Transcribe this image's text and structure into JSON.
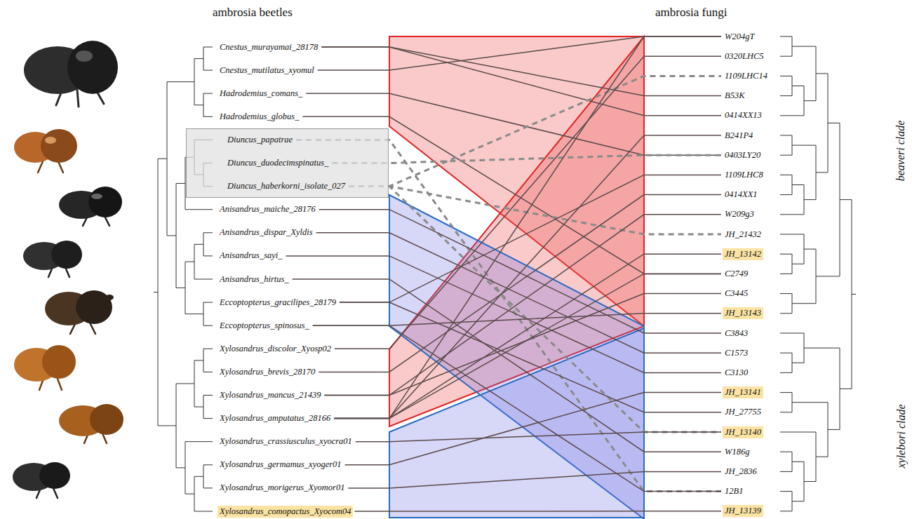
{
  "diagram": {
    "nodes": [
      {
        "text": [
          "Cnestus_murayamai_28178"
        ]
      },
      {
        "text": [
          "Cnestus_mutilatus_xyomul"
        ]
      },
      {
        "text": [
          "Hadrodemius_comans_"
        ]
      },
      {
        "text": [
          "Hadrodemius_globus_"
        ]
      },
      {
        "text": []
      },
      {
        "text": [
          "Diuncus_papatrae"
        ],
        "in": 4
      },
      {
        "text": [
          "Diuncus_duodecimspinatus_"
        ],
        "in": 4
      },
      {
        "text": [
          "Diuncus_haberkorni_isolate_027"
        ],
        "in": 4
      },
      {
        "text": [
          "Anisandrus_maiche_28176"
        ]
      },
      {
        "text": [
          "Anisandrus_dispar_Xyldis"
        ]
      },
      {
        "text": [
          "Anisandrus_sayi_"
        ]
      },
      {
        "text": [
          "Anisandrus_hirtus_"
        ]
      },
      {
        "text": [
          "Eccoptopterus_gracilipes_28179"
        ]
      },
      {
        "text": [
          "Eccoptopterus_spinosus_"
        ]
      },
      {
        "text": [
          "Xylosandrus_discolor_Xyosp02"
        ]
      },
      {
        "text": [
          "Xylosandrus_brevis_28170"
        ]
      },
      {
        "text": [
          "Xylosandrus_mancus_21439"
        ]
      },
      {
        "text": [
          "Xylosandrus_amputatus_28166"
        ]
      },
      {
        "text": [
          "Xylosandrus_crassiusculus_xyocra01"
        ]
      },
      {
        "text": [
          "Xylosandrus_germamus_xyoger01"
        ]
      },
      {
        "text": [
          "Xylosandrus_morigerus_Xyomor01"
        ]
      },
      {
        "text": [
          "Xylosandrus_comopactus_Xyocom04"
        ]
      },
      {
        "text": [
          "W204gT"
        ]
      },
      {
        "text": [
          "0320LHC5"
        ]
      },
      {
        "text": [
          "1109LHC14"
        ]
      },
      {
        "text": [
          "B53K"
        ]
      },
      {
        "text": [
          "0414XX13"
        ]
      },
      {
        "text": [
          "B241P4"
        ]
      },
      {
        "text": [
          "0403LY20"
        ]
      },
      {
        "text": [
          "1109LHC8"
        ]
      },
      {
        "text": [
          "0414XX1"
        ]
      },
      {
        "text": [
          "W209g3"
        ]
      },
      {
        "text": [
          "JH_21432"
        ]
      },
      {
        "text": [
          "JH_13142"
        ]
      },
      {
        "text": [
          "C2749"
        ]
      },
      {
        "text": [
          "C3445"
        ]
      },
      {
        "text": [
          "JH_13143"
        ]
      },
      {
        "text": [
          "C3843"
        ]
      },
      {
        "text": [
          "C1573"
        ]
      },
      {
        "text": [
          "C3130"
        ]
      },
      {
        "text": [
          "JH_13141"
        ]
      },
      {
        "text": [
          "JH_27755"
        ]
      },
      {
        "text": [
          "JH_13140"
        ]
      },
      {
        "text": [
          "W186g"
        ]
      },
      {
        "text": [
          "JH_2836"
        ]
      },
      {
        "text": [
          "12B1"
        ]
      },
      {
        "text": [
          "JH_13139"
        ]
      }
    ],
    "edges": [
      {
        "from": 0,
        "to": 25,
        "arrow": "none"
      },
      {
        "from": 0,
        "to": 26,
        "arrow": "none"
      },
      {
        "from": 1,
        "to": 22,
        "arrow": "none"
      },
      {
        "from": 2,
        "to": 28,
        "arrow": "none"
      },
      {
        "from": 3,
        "to": 34,
        "arrow": "none"
      },
      {
        "from": 5,
        "to": 45,
        "arrow": "none"
      },
      {
        "from": 6,
        "to": 28,
        "arrow": "none"
      },
      {
        "from": 7,
        "to": 24,
        "arrow": "none"
      },
      {
        "from": 7,
        "to": 32,
        "arrow": "none"
      },
      {
        "from": 7,
        "to": 42,
        "arrow": "none"
      },
      {
        "from": 8,
        "to": 37,
        "arrow": "none"
      },
      {
        "from": 9,
        "to": 38,
        "arrow": "none"
      },
      {
        "from": 10,
        "to": 39,
        "arrow": "none"
      },
      {
        "from": 11,
        "to": 43,
        "arrow": "none"
      },
      {
        "from": 12,
        "to": 29,
        "arrow": "none"
      },
      {
        "from": 12,
        "to": 41,
        "arrow": "none"
      },
      {
        "from": 13,
        "to": 36,
        "arrow": "none"
      },
      {
        "from": 13,
        "to": 45,
        "arrow": "none"
      },
      {
        "from": 14,
        "to": 23,
        "arrow": "none"
      },
      {
        "from": 15,
        "to": 30,
        "arrow": "none"
      },
      {
        "from": 16,
        "to": 31,
        "arrow": "none"
      },
      {
        "from": 16,
        "to": 35,
        "arrow": "none"
      },
      {
        "from": 17,
        "to": 22,
        "arrow": "none"
      },
      {
        "from": 17,
        "to": 27,
        "arrow": "none"
      },
      {
        "from": 17,
        "to": 33,
        "arrow": "none"
      },
      {
        "from": 17,
        "to": 34,
        "arrow": "none"
      },
      {
        "from": 18,
        "to": 42,
        "arrow": "none"
      },
      {
        "from": 19,
        "to": 40,
        "arrow": "none"
      },
      {
        "from": 20,
        "to": 44,
        "arrow": "none"
      },
      {
        "from": 21,
        "to": 46,
        "arrow": "none"
      }
    ],
    "labels": [
      "ambrosia beetles",
      "ambrosia fungi",
      "beaveri clade",
      "xylebori clade"
    ]
  }
}
